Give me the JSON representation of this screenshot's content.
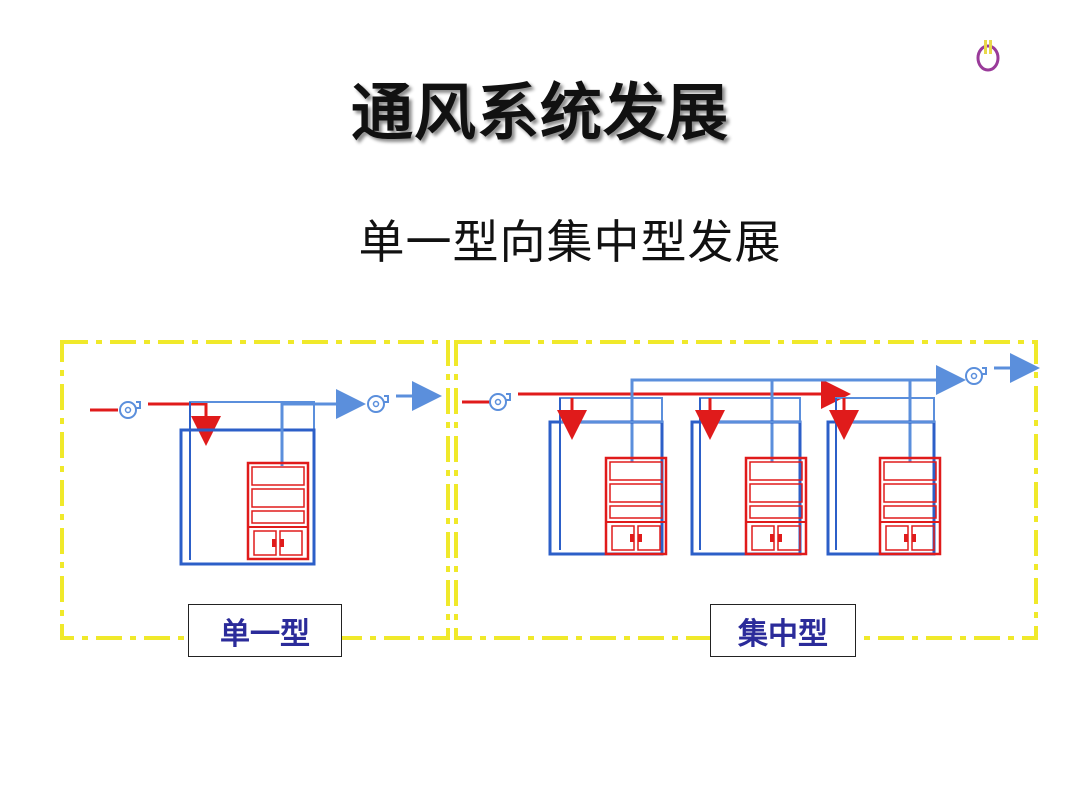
{
  "title": "通风系统发展",
  "subtitle": "单一型向集中型发展",
  "labels": {
    "single": "单一型",
    "centralized": "集中型"
  },
  "colors": {
    "dash_border": "#f0e92a",
    "duct_blue": "#5b8fdc",
    "room_blue": "#2c5fc8",
    "flow_red": "#e01b1b",
    "label_text": "#2b2b9a",
    "logo_purple": "#9a3b9a",
    "logo_yellow": "#e8d84a"
  },
  "icons": [
    "logo-icon",
    "fan-icon",
    "arrow-icon",
    "fume-hood-icon"
  ]
}
